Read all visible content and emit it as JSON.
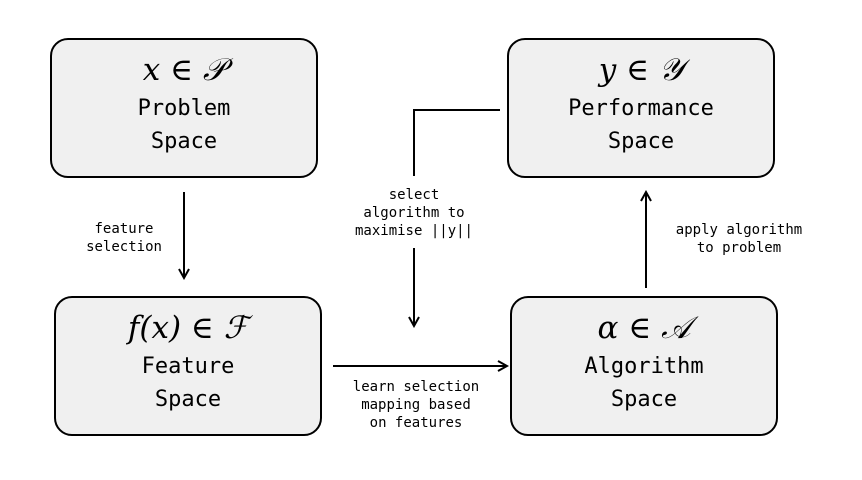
{
  "boxes": {
    "problem": {
      "math": {
        "var": "x",
        "op": "∈",
        "set": "𝒫"
      },
      "label": "Problem\nSpace"
    },
    "performance": {
      "math": {
        "var": "y",
        "op": "∈",
        "set": "𝒴"
      },
      "label": "Performance\nSpace"
    },
    "feature": {
      "math": {
        "var": "f(x)",
        "op": "∈",
        "set": "ℱ"
      },
      "label": "Feature\nSpace"
    },
    "algorithm": {
      "math": {
        "var": "α",
        "op": "∈",
        "set": "𝒜"
      },
      "label": "Algorithm\nSpace"
    }
  },
  "edges": {
    "feature_selection": "feature\nselection",
    "select_algorithm": "select\nalgorithm to\nmaximise ||y||",
    "apply_algorithm": "apply algorithm\nto problem",
    "learn_selection": "learn selection\nmapping based\non features"
  },
  "colors": {
    "box_fill": "#f0f0f0",
    "stroke": "#000000"
  }
}
